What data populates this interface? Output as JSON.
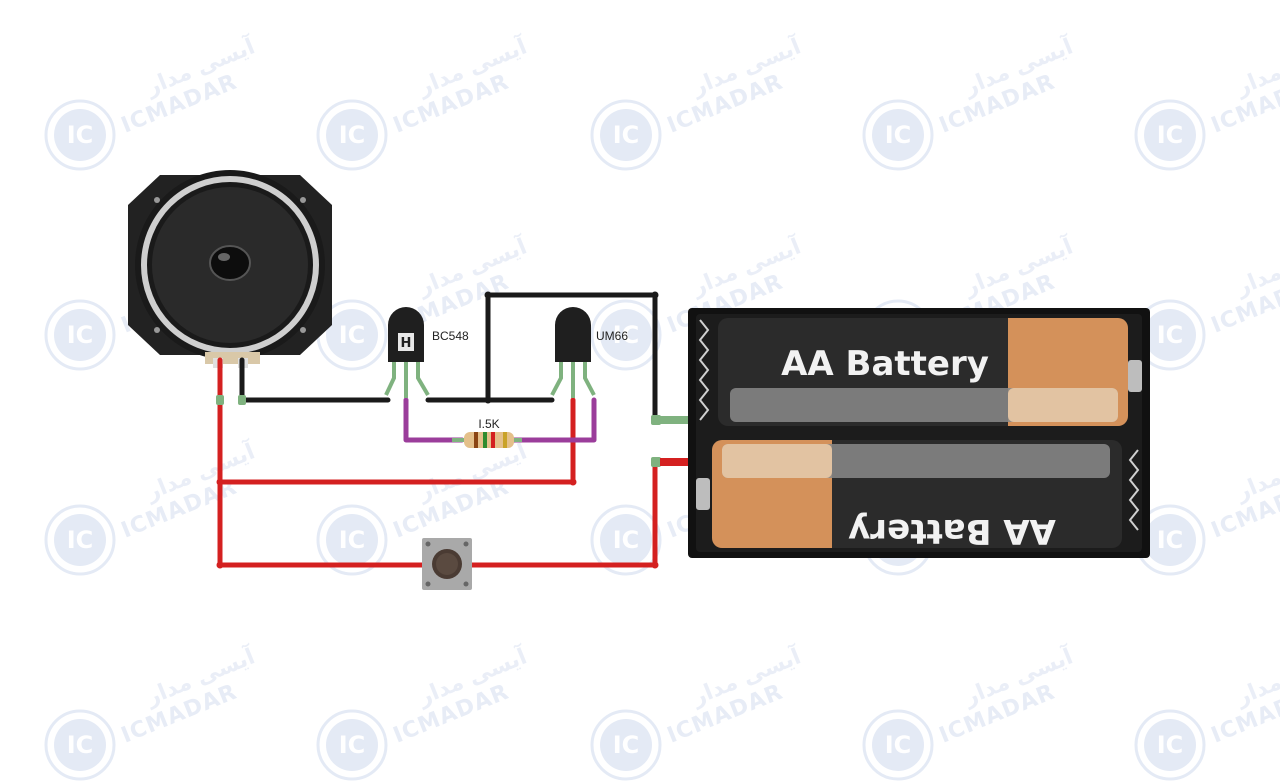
{
  "diagram": {
    "components": {
      "speaker": {
        "label": ""
      },
      "transistor_1": {
        "label": "BC548"
      },
      "transistor_2": {
        "label": "UM66"
      },
      "resistor": {
        "label": "I.5K"
      },
      "push_button": {
        "label": ""
      },
      "battery_top": {
        "label": "AA Battery"
      },
      "battery_bottom": {
        "label": "AA Battery"
      }
    },
    "colors": {
      "wire_red": "#d42020",
      "wire_black": "#1a1a1a",
      "wire_purple": "#9b3d9b",
      "lead_green": "#7fb27f",
      "battery_body": "#2b2b2b",
      "battery_cap": "#d4915a"
    }
  },
  "watermark": {
    "brand_latin": "ICMADAR",
    "brand_arabic": "آیسی مدار",
    "logo_text": "IC"
  }
}
